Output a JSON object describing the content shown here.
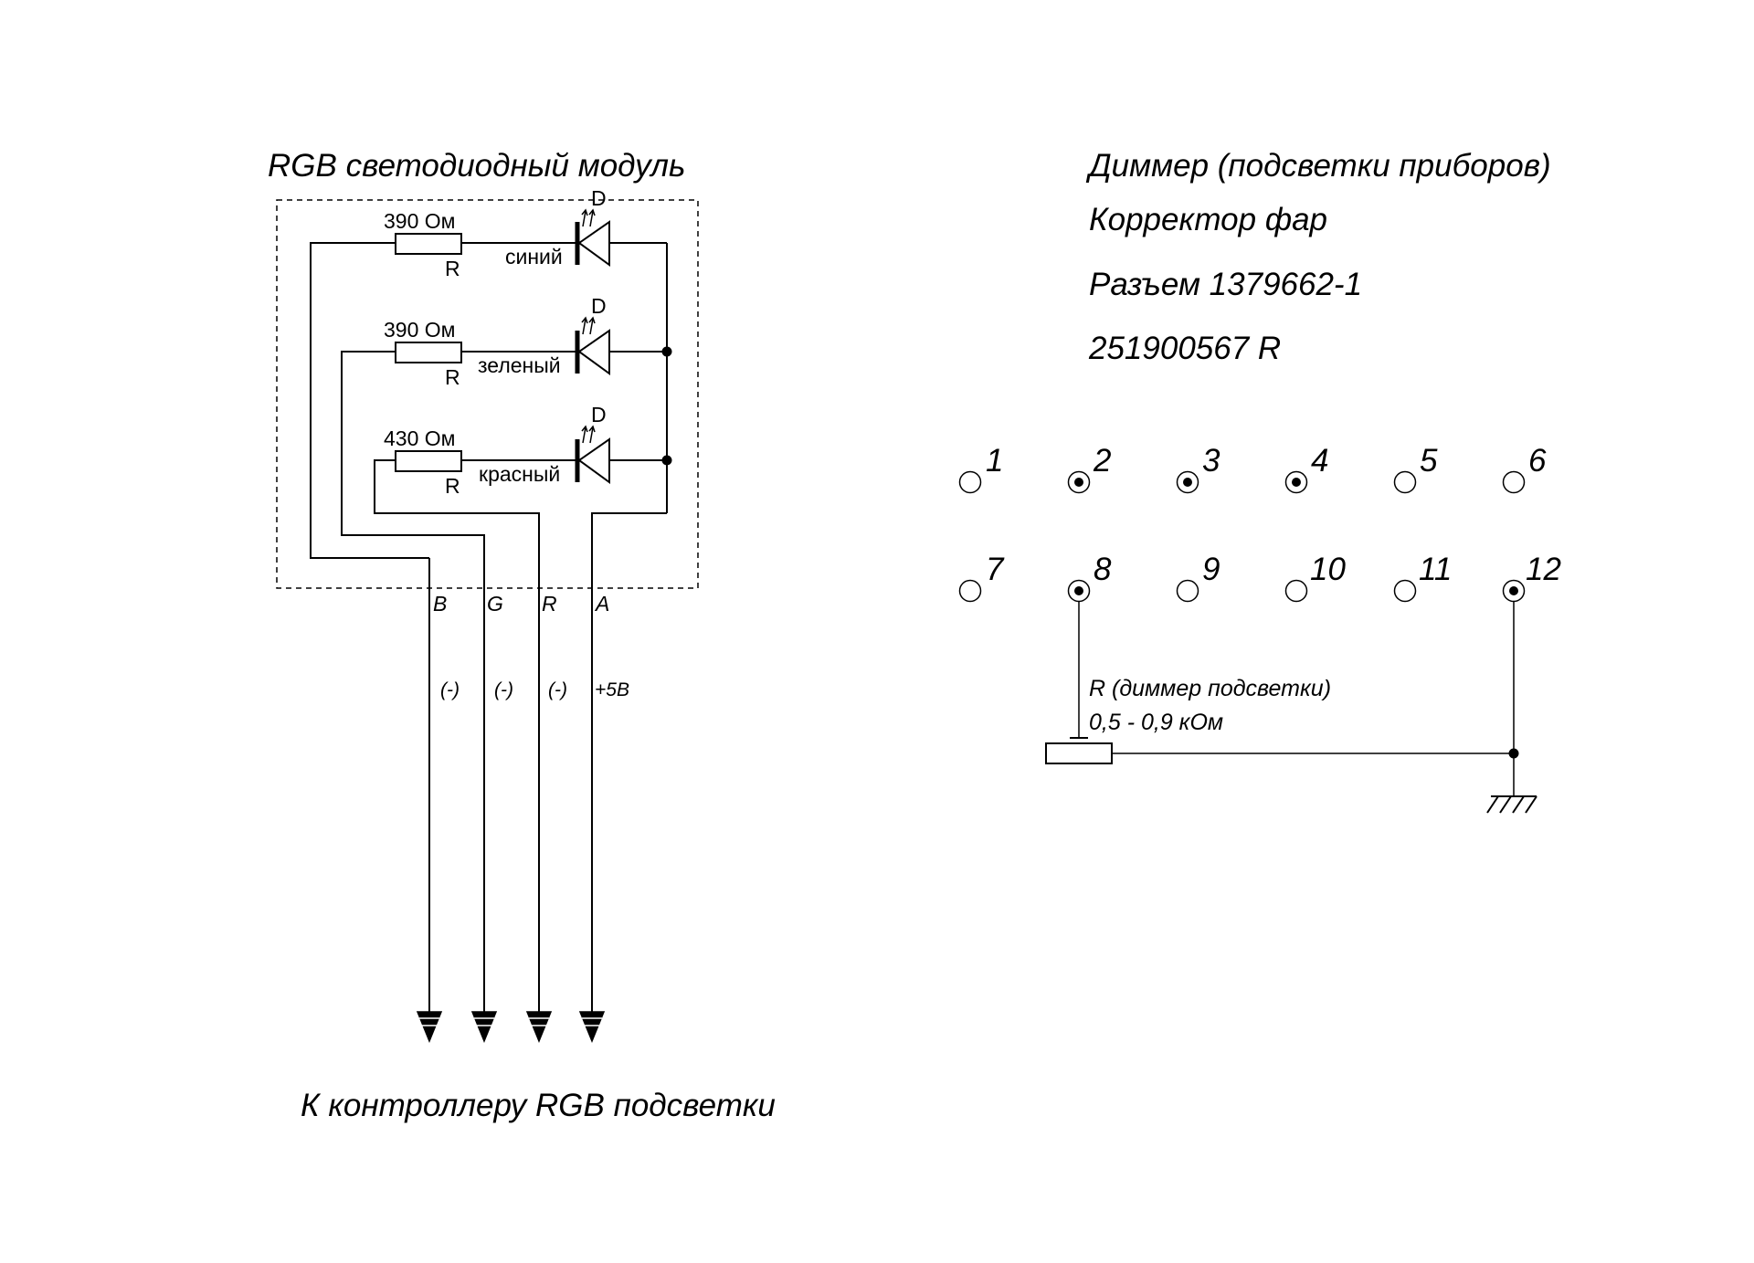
{
  "colors": {
    "ink": "#000000",
    "paper": "#ffffff"
  },
  "left": {
    "title": "RGB светодиодный модуль",
    "channels": [
      {
        "resistor_value": "390 Ом",
        "resistor_ref": "R",
        "led_color": "синий",
        "led_ref": "D"
      },
      {
        "resistor_value": "390 Ом",
        "resistor_ref": "R",
        "led_color": "зеленый",
        "led_ref": "D"
      },
      {
        "resistor_value": "430 Ом",
        "resistor_ref": "R",
        "led_color": "красный",
        "led_ref": "D"
      }
    ],
    "pins": [
      {
        "name": "B",
        "polarity": "(-)"
      },
      {
        "name": "G",
        "polarity": "(-)"
      },
      {
        "name": "R",
        "polarity": "(-)"
      },
      {
        "name": "A",
        "polarity": "+5В"
      }
    ],
    "footer": "К контроллеру RGB подсветки"
  },
  "right": {
    "lines": [
      "Диммер (подсветки приборов)",
      "Корректор фар",
      "Разъем 1379662-1",
      "251900567 R"
    ],
    "connector_pins": [
      {
        "number": "1",
        "used": false
      },
      {
        "number": "2",
        "used": true
      },
      {
        "number": "3",
        "used": true
      },
      {
        "number": "4",
        "used": true
      },
      {
        "number": "5",
        "used": false
      },
      {
        "number": "6",
        "used": false
      },
      {
        "number": "7",
        "used": false
      },
      {
        "number": "8",
        "used": true
      },
      {
        "number": "9",
        "used": false
      },
      {
        "number": "10",
        "used": false
      },
      {
        "number": "11",
        "used": false
      },
      {
        "number": "12",
        "used": true
      }
    ],
    "dimmer_label": "R (диммер подсветки)",
    "dimmer_range": "0,5 - 0,9 кОм"
  }
}
